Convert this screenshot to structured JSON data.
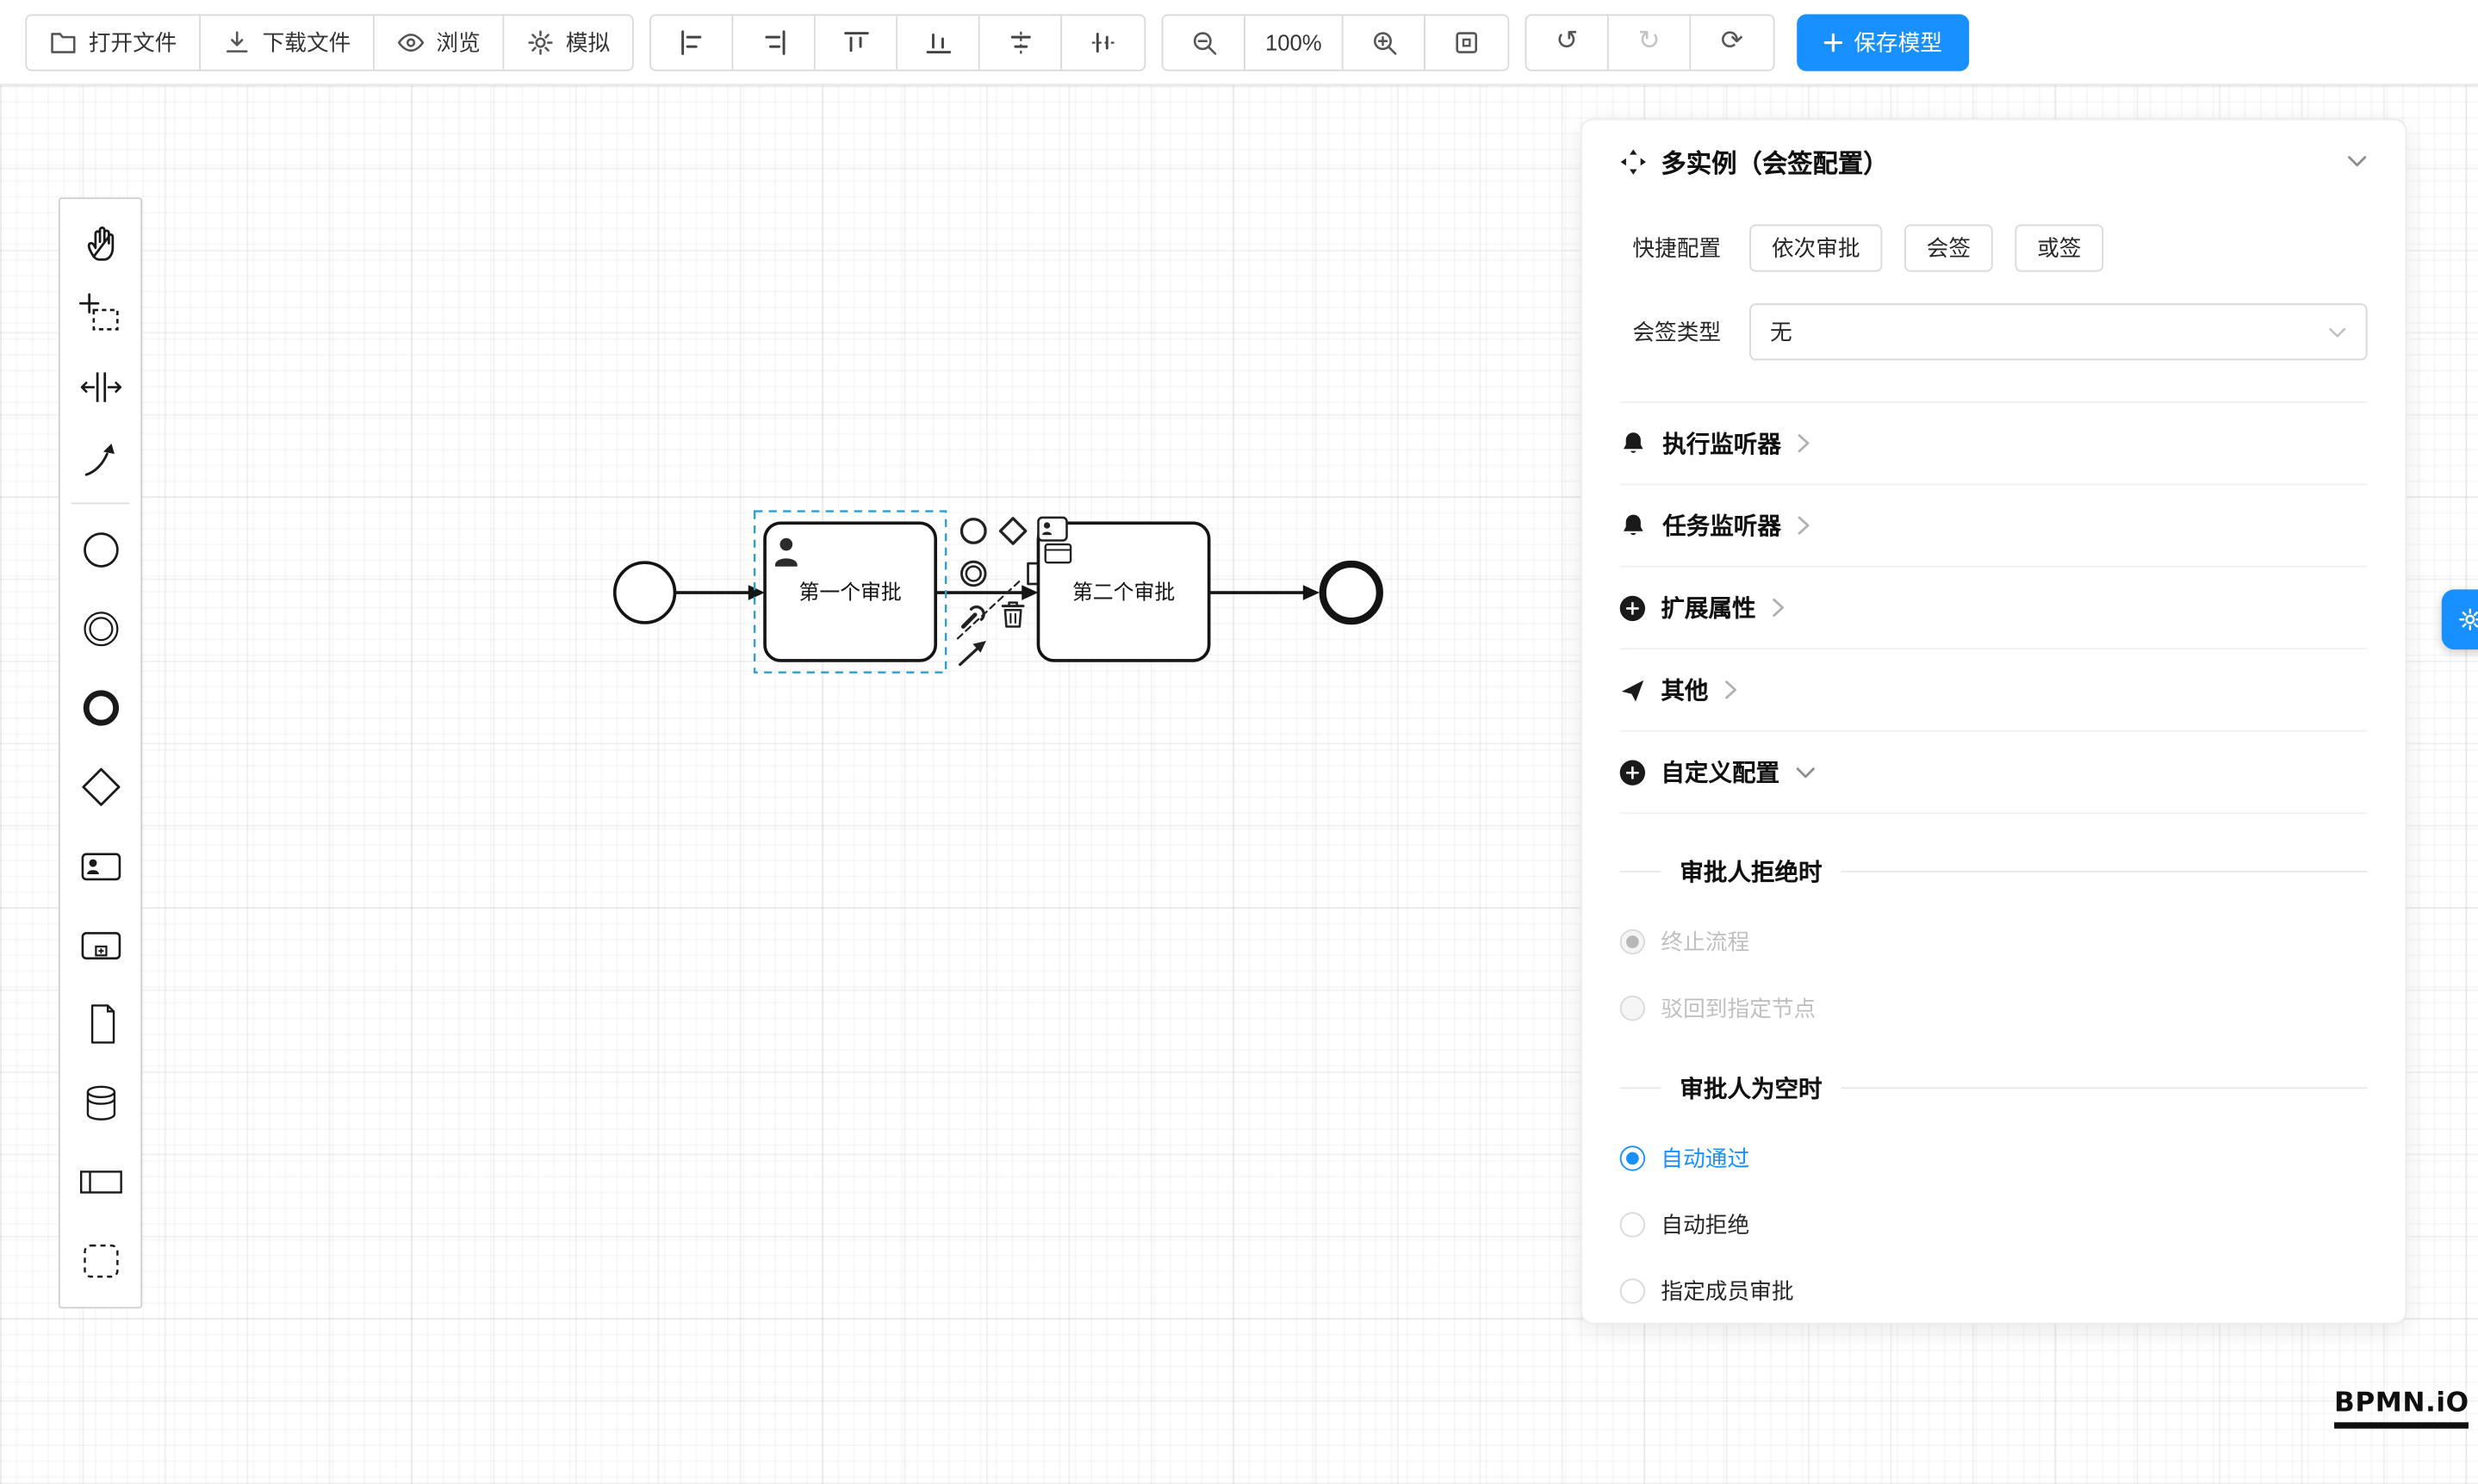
{
  "colors": {
    "accent": "#1890ff",
    "stroke": "#141414"
  },
  "toolbar": {
    "open_file": "打开文件",
    "download_file": "下载文件",
    "preview": "浏览",
    "simulate": "模拟",
    "zoom_level": "100%",
    "save_model": "保存模型",
    "undo_glyph": "↺",
    "redo_glyph": "↻",
    "refresh_glyph": "⟳"
  },
  "palette": {
    "tools": [
      "hand-tool",
      "lasso-tool",
      "space-tool",
      "global-connect-tool"
    ],
    "elements": [
      "start-event",
      "intermediate-event",
      "end-event",
      "gateway",
      "user-task",
      "subprocess",
      "data-object",
      "data-store",
      "participant",
      "group"
    ]
  },
  "diagram": {
    "task1_label": "第一个审批",
    "task2_label": "第二个审批"
  },
  "panel": {
    "title": "多实例（会签配置）",
    "quick_config": {
      "label": "快捷配置",
      "options": [
        "依次审批",
        "会签",
        "或签"
      ]
    },
    "sign_type": {
      "label": "会签类型",
      "value": "无"
    },
    "collapsed_sections": [
      "执行监听器",
      "任务监听器",
      "扩展属性",
      "其他",
      "自定义配置"
    ],
    "reject_section": {
      "title": "审批人拒绝时",
      "options": [
        "终止流程",
        "驳回到指定节点"
      ],
      "selected_index": 0
    },
    "empty_section": {
      "title": "审批人为空时",
      "options": [
        "自动通过",
        "自动拒绝",
        "指定成员审批"
      ],
      "selected_index": 0
    }
  },
  "watermark": "BPMN.iO"
}
